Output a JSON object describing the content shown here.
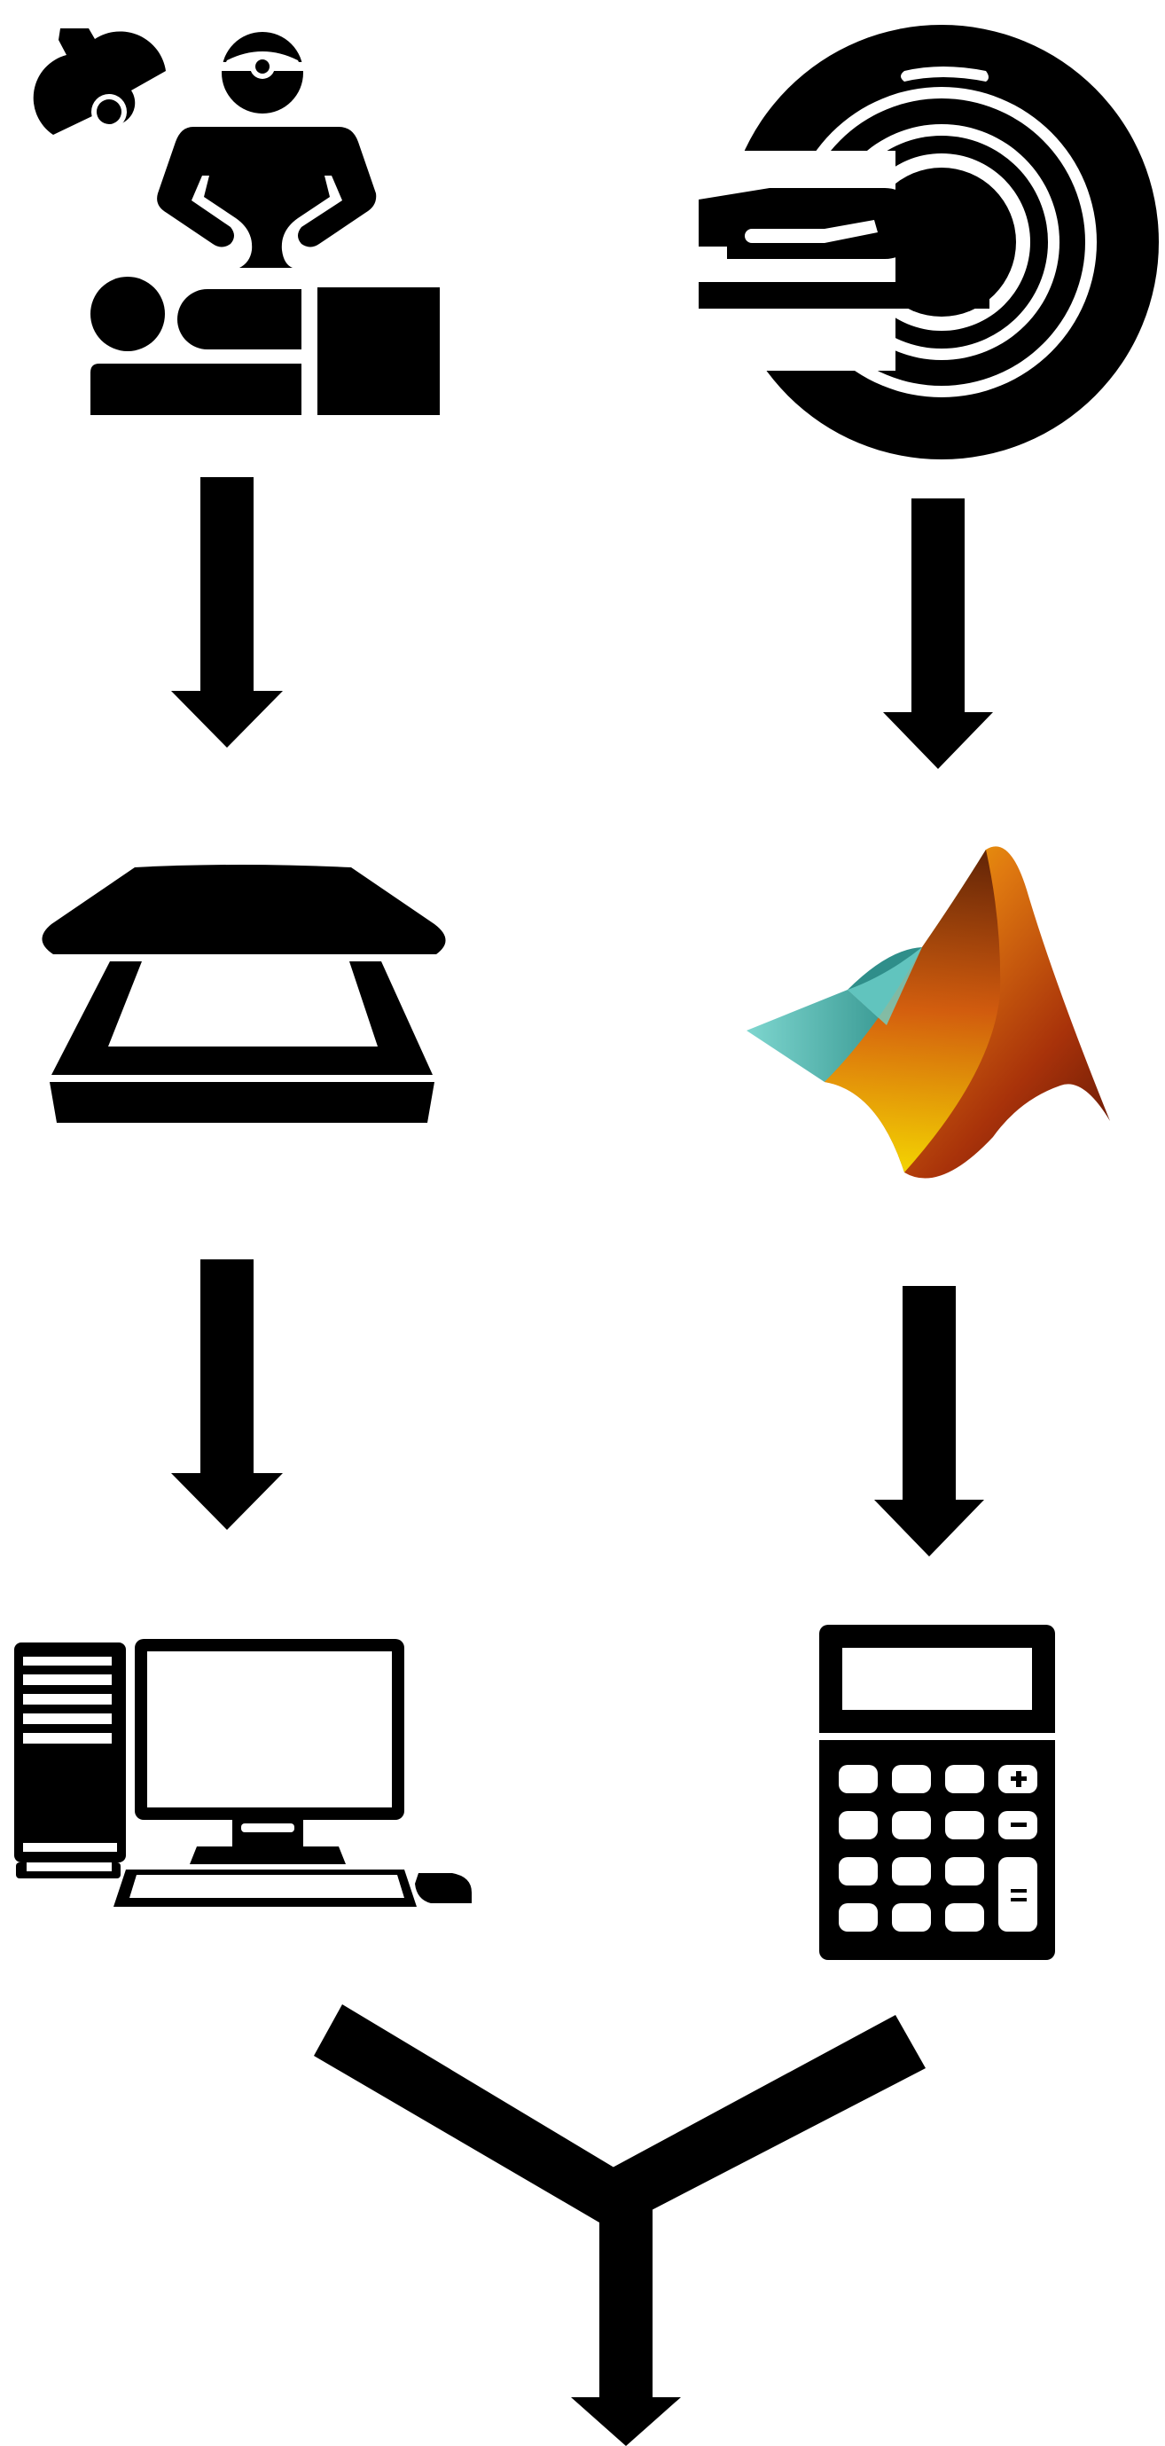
{
  "diagram": {
    "nodes": [
      {
        "id": "surgery",
        "icon": "surgical-procedure-icon"
      },
      {
        "id": "ct-scanner",
        "icon": "ct-scanner-icon"
      },
      {
        "id": "scanner",
        "icon": "flatbed-scanner-icon"
      },
      {
        "id": "matlab",
        "icon": "matlab-logo-icon"
      },
      {
        "id": "computer",
        "icon": "desktop-computer-icon"
      },
      {
        "id": "calculator",
        "icon": "calculator-icon"
      }
    ],
    "edges": [
      {
        "from": "surgery",
        "to": "scanner"
      },
      {
        "from": "ct-scanner",
        "to": "matlab"
      },
      {
        "from": "scanner",
        "to": "computer"
      },
      {
        "from": "matlab",
        "to": "calculator"
      },
      {
        "from": "computer",
        "to": "merge-output"
      },
      {
        "from": "calculator",
        "to": "merge-output"
      }
    ],
    "colors": {
      "ink": "#000000",
      "background": "#ffffff",
      "matlab_teal": "#5fc8c0",
      "matlab_orange": "#e07a10",
      "matlab_red": "#b03a0a",
      "matlab_yellow": "#ffee00"
    }
  }
}
